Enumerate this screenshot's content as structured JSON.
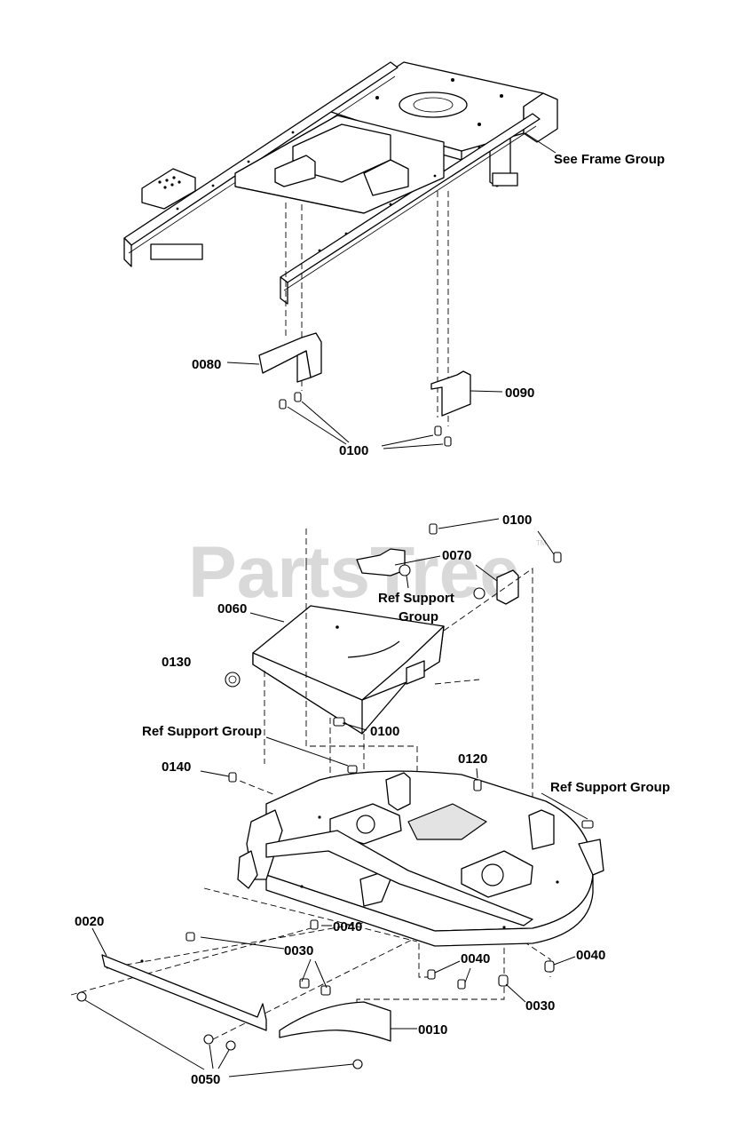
{
  "watermark": {
    "text": "PartsTree",
    "trademark": "TM"
  },
  "labels": {
    "see_frame_group": "See Frame Group",
    "p0080": "0080",
    "p0090": "0090",
    "p0100_top": "0100",
    "p0100_upper": "0100",
    "p0070": "0070",
    "ref_support_group_1_line1": "Ref Support",
    "ref_support_group_1_line2": "Group",
    "p0060": "0060",
    "p0130": "0130",
    "p0100_mid": "0100",
    "ref_support_group_2": "Ref Support Group",
    "p0120": "0120",
    "p0140": "0140",
    "ref_support_group_3": "Ref Support Group",
    "p0040_a": "0040",
    "p0020": "0020",
    "p0030_a": "0030",
    "p0040_b": "0040",
    "p0040_c": "0040",
    "p0030_b": "0030",
    "p0010": "0010",
    "p0050": "0050"
  }
}
